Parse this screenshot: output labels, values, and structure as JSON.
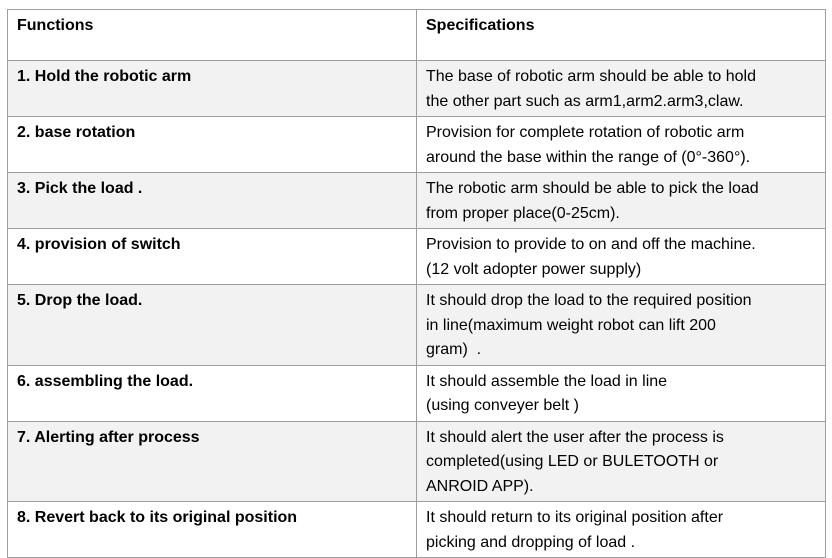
{
  "table": {
    "headers": [
      "Functions",
      "Specifications"
    ],
    "rows": [
      {
        "function": "1. Hold the robotic arm",
        "specification": [
          "The base of robotic arm should be able to hold",
          "the other part such as arm1,arm2.arm3,claw."
        ]
      },
      {
        "function": "2. base rotation",
        "specification": [
          "Provision for complete rotation of robotic arm",
          "around the base within the range of (0°-360°)."
        ]
      },
      {
        "function": "3. Pick the load .",
        "specification": [
          "The robotic arm should be able to pick the load",
          "from proper place(0-25cm)."
        ]
      },
      {
        "function": "4. provision of switch",
        "specification": [
          "Provision to provide to on and off the machine.",
          "(12 volt adopter power supply)"
        ]
      },
      {
        "function": "5. Drop the load.",
        "specification": [
          "It should drop the load to the required position",
          "in line(maximum weight robot can lift 200",
          "gram)  ."
        ]
      },
      {
        "function": "6.  assembling the load.",
        "specification": [
          "It should assemble the load in line",
          "(using conveyer belt )"
        ]
      },
      {
        "function": "7. Alerting after process",
        "specification": [
          "It should alert the user after the process is",
          "completed(using LED or BULETOOTH or",
          "ANROID APP)."
        ]
      },
      {
        "function": "8. Revert back to its original position",
        "specification": [
          "It should return to its original position after",
          "picking and dropping of load ."
        ]
      }
    ]
  }
}
